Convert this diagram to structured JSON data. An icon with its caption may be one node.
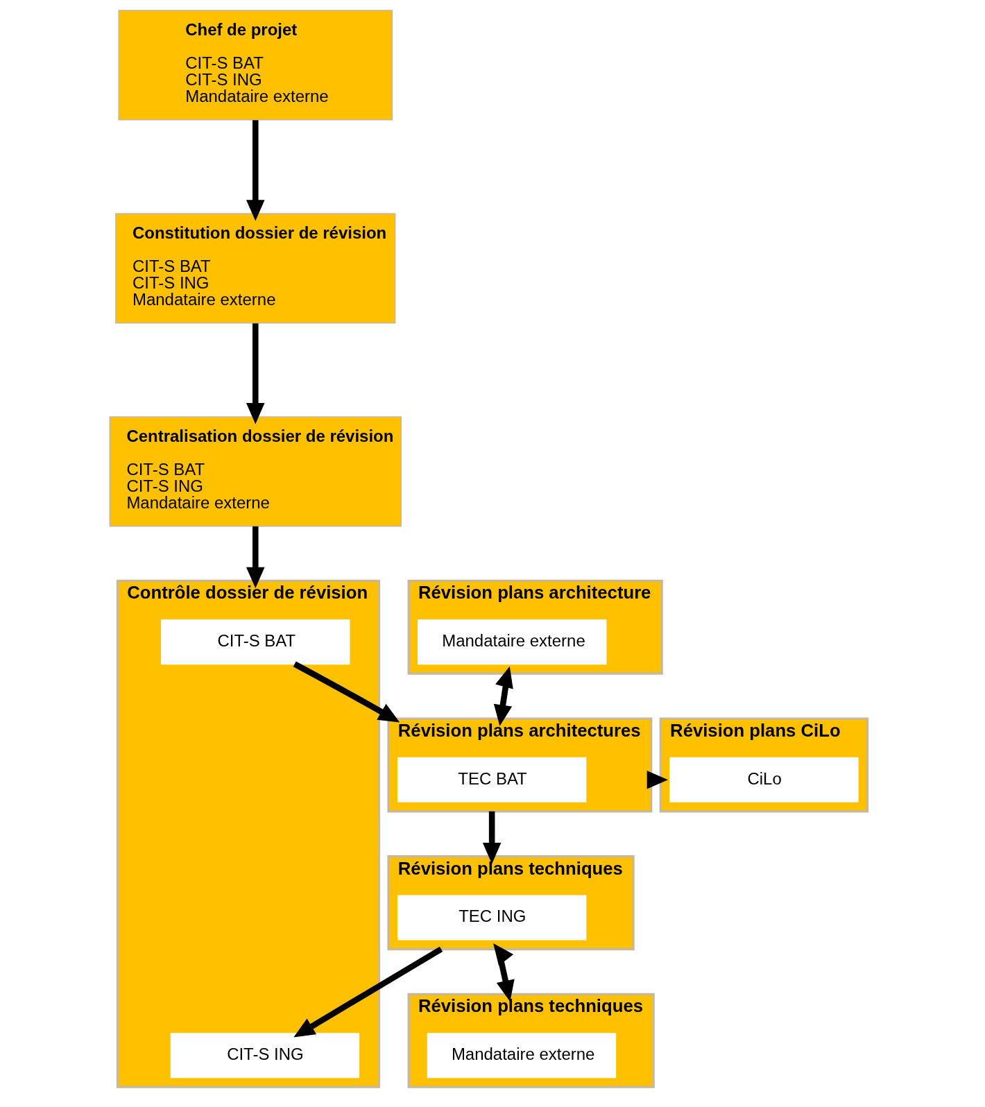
{
  "diagram": {
    "nodes": [
      {
        "text": [
          "Chef de projet",
          "CIT-S BAT",
          "CIT-S ING",
          "Mandataire externe"
        ]
      },
      {
        "text": [
          "Constitution dossier de révision",
          "CIT-S BAT",
          "CIT-S ING",
          "Mandataire externe"
        ]
      },
      {
        "text": [
          "Centralisation dossier de révision",
          "CIT-S BAT",
          "CIT-S ING",
          "Mandataire externe"
        ]
      },
      {
        "text": [
          "Contrôle dossier de révision"
        ]
      },
      {
        "text": [
          "CIT-S BAT"
        ],
        "in": 3
      },
      {
        "text": [
          "CIT-S ING"
        ],
        "in": 3
      },
      {
        "text": [
          "Révision plans architecture"
        ]
      },
      {
        "text": [
          "Mandataire externe"
        ],
        "in": 6
      },
      {
        "text": [
          "Révision plans architectures"
        ]
      },
      {
        "text": [
          "TEC BAT"
        ],
        "in": 8
      },
      {
        "text": [
          "Révision plans CiLo"
        ]
      },
      {
        "text": [
          "CiLo"
        ],
        "in": 10
      },
      {
        "text": [
          "Révision plans techniques"
        ]
      },
      {
        "text": [
          "TEC ING"
        ],
        "in": 12
      },
      {
        "text": [
          "Révision plans techniques"
        ]
      },
      {
        "text": [
          "Mandataire externe"
        ],
        "in": 14
      }
    ],
    "edges": [
      {
        "from": 0,
        "to": 1,
        "arrow": "to"
      },
      {
        "from": 1,
        "to": 2,
        "arrow": "to"
      },
      {
        "from": 2,
        "to": 3,
        "arrow": "to"
      },
      {
        "from": 4,
        "to": 8,
        "arrow": "to"
      },
      {
        "from": 6,
        "to": 8,
        "arrow": "both"
      },
      {
        "from": 8,
        "to": 10,
        "arrow": "to"
      },
      {
        "from": 8,
        "to": 12,
        "arrow": "to"
      },
      {
        "from": 12,
        "to": 5,
        "arrow": "to"
      },
      {
        "from": 12,
        "to": 14,
        "arrow": "both"
      }
    ]
  }
}
